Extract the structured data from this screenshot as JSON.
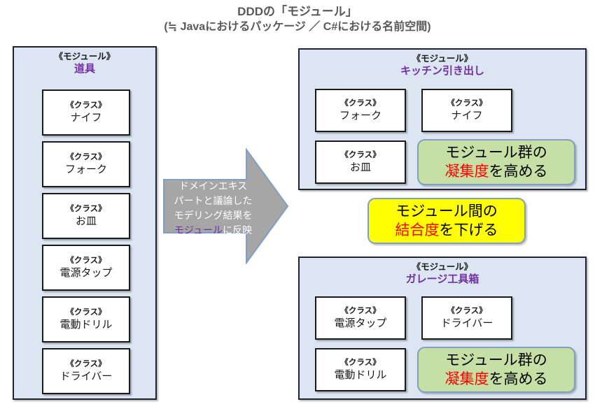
{
  "title": {
    "line1": "DDDの「モジュール」",
    "line2": "(≒ Javaにおけるパッケージ ／ C#における名前空間)"
  },
  "stereotypes": {
    "module": "《モジュール》",
    "class": "《クラス》"
  },
  "colors": {
    "module_fill": "#dce6f2",
    "module_border": "#1f2430",
    "module_name": "#7030a0",
    "class_fill": "#ffffff",
    "class_border": "#1a1a1a",
    "arrow_fill": "#a6a6a6",
    "arrow_border": "#7f9fc4",
    "callout_green": "#c5dfa4",
    "callout_yellow": "#ffff00",
    "hot_text": "#ff0000",
    "title_text": "#595959"
  },
  "left_module": {
    "stereotype": "《モジュール》",
    "name": "道具",
    "classes": [
      {
        "stereotype": "《クラス》",
        "name": "ナイフ"
      },
      {
        "stereotype": "《クラス》",
        "name": "フォーク"
      },
      {
        "stereotype": "《クラス》",
        "name": "お皿"
      },
      {
        "stereotype": "《クラス》",
        "name": "電源タップ"
      },
      {
        "stereotype": "《クラス》",
        "name": "電動ドリル"
      },
      {
        "stereotype": "《クラス》",
        "name": "ドライバー"
      }
    ]
  },
  "arrow": {
    "lines": [
      {
        "text": "ドメインエキス",
        "accent": false
      },
      {
        "text": "パートと議論した",
        "accent": false
      },
      {
        "text": "モデリング結果を",
        "accent": false
      }
    ],
    "last_line_accent": "モジュール",
    "last_line_rest": "に反映"
  },
  "kitchen_module": {
    "stereotype": "《モジュール》",
    "name": "キッチン引き出し",
    "classes": [
      {
        "stereotype": "《クラス》",
        "name": "フォーク"
      },
      {
        "stereotype": "《クラス》",
        "name": "ナイフ"
      },
      {
        "stereotype": "《クラス》",
        "name": "お皿"
      }
    ],
    "callout": {
      "line1": "モジュール群の",
      "hot": "凝集度",
      "line2_rest": "を高める"
    }
  },
  "garage_module": {
    "stereotype": "《モジュール》",
    "name": "ガレージ工具箱",
    "classes": [
      {
        "stereotype": "《クラス》",
        "name": "電源タップ"
      },
      {
        "stereotype": "《クラス》",
        "name": "ドライバー"
      },
      {
        "stereotype": "《クラス》",
        "name": "電動ドリル"
      }
    ],
    "callout": {
      "line1": "モジュール群の",
      "hot": "凝集度",
      "line2_rest": "を高める"
    }
  },
  "coupling_callout": {
    "line1": "モジュール間の",
    "hot": "結合度",
    "line2_rest": "を下げる"
  }
}
